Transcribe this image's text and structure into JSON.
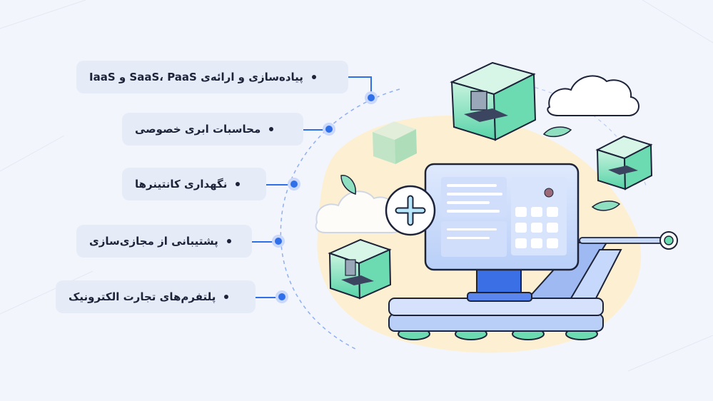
{
  "services": [
    {
      "label": "پیاده‌سازی و ارائه‌ی SaaS، PaaS  و IaaS"
    },
    {
      "label": "محاسبات ابری خصوصی"
    },
    {
      "label": "نگهداری کانتینرها"
    },
    {
      "label": "پشتیبانی از مجازی‌سازی"
    },
    {
      "label": "پلتفرم‌های تجارت الکترونیک"
    }
  ],
  "colors": {
    "background": "#f3f5fc",
    "pill": "#e6ebf8",
    "accent": "#2f6fea",
    "blob": "#fdf0d2",
    "cube": "#7de3b8",
    "monitor": "#c6d8fb"
  },
  "icons": [
    "plus-icon",
    "cube-icon",
    "cloud-icon",
    "leaf-icon",
    "monitor-icon"
  ]
}
